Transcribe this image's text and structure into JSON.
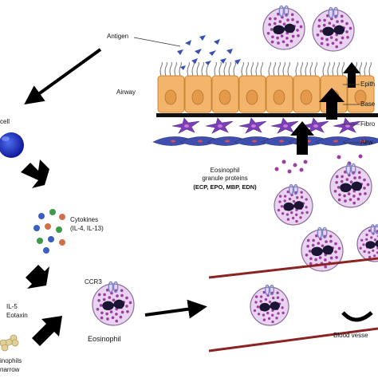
{
  "labels": {
    "antigen": "Antigen",
    "airway": "Airway",
    "t_cell": "cell",
    "cytokines_line1": "Cytokines",
    "cytokines_line2": "(IL-4, IL-13)",
    "il5": "IL-5",
    "eotaxin": "Eotaxin",
    "ccr3": "CCR3",
    "eosinophil": "Eosinophil",
    "granule_title_1": "Eosinophil",
    "granule_title_2": "granule proteins",
    "granule_list": "(ECP, EPO, MBP, EDN)",
    "epithelium_cut": "Epith",
    "basement_cut": "Base",
    "fibroblast_cut": "Fibro",
    "airway_smooth_cut": "Airw",
    "blood_vessel_cut": "Blood vesse",
    "bm_eosinophils_cut": "inophils",
    "bm_marrow_cut": "narrow"
  },
  "colors": {
    "epithelium": "#f3b56b",
    "fibroblast": "#7b3fb8",
    "smooth_muscle": "#3f4fb0",
    "eosinophil_cyto": "#e9d3f0",
    "eosinophil_nucleus": "#1c1433",
    "granule": "#9a3fa0",
    "vessel": "#8b2323",
    "antigen": "#3a4fb6"
  }
}
